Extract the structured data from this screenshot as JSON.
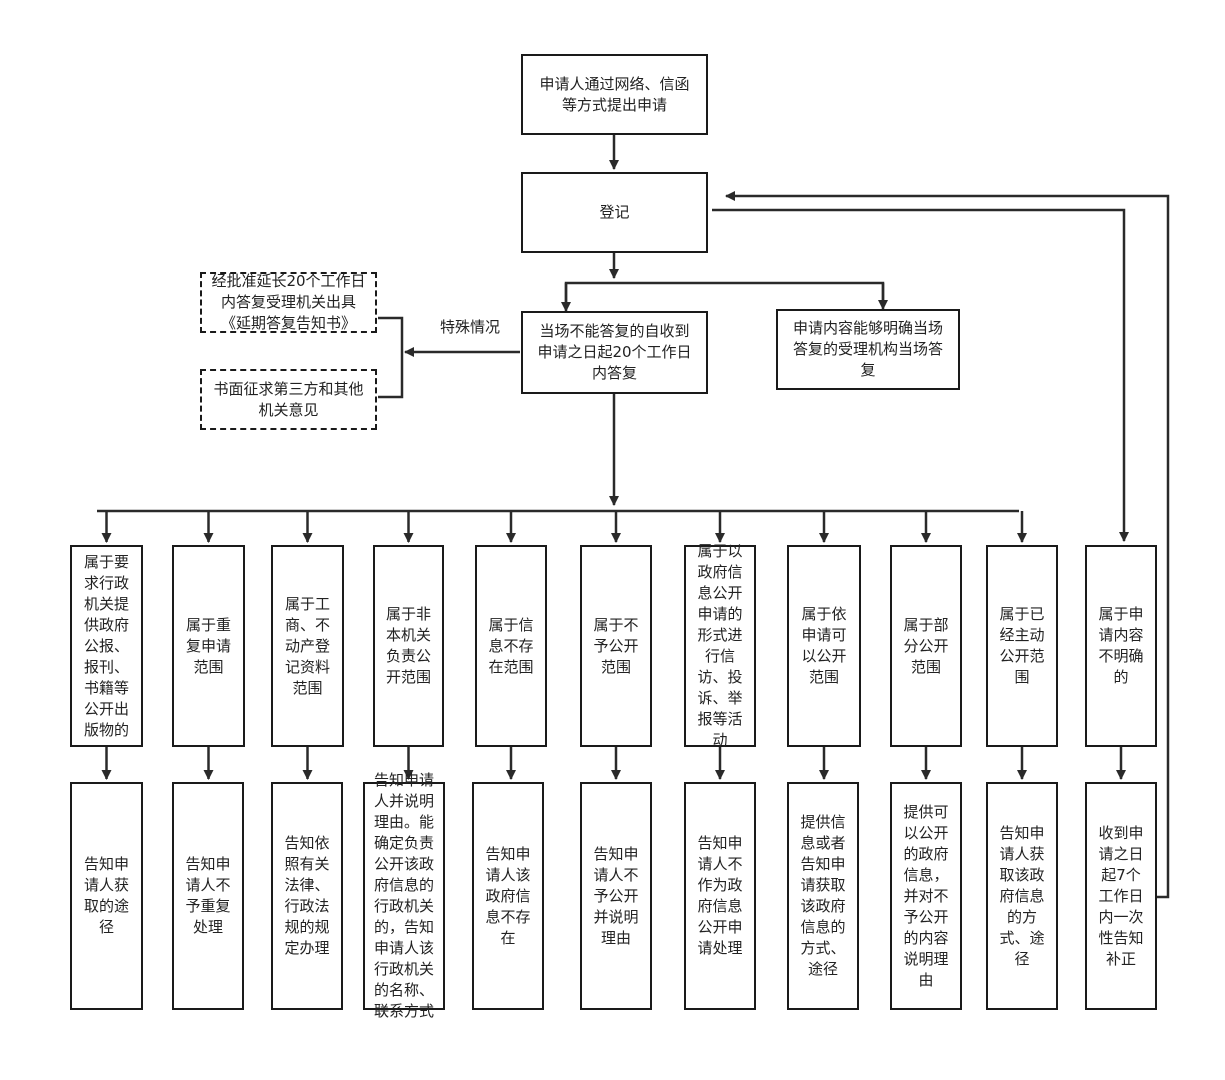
{
  "flowchart": {
    "start": "申请人通过网络、信函\n等方式提出申请",
    "register": "登记",
    "can_answer": "申请内容能够明确当场\n答复的受理机构当场答\n复",
    "cannot_answer": "当场不能答复的自收到\n申请之日起20个工作日\n内答复",
    "special_label": "特殊情况",
    "extension": "经批准延长20个工作日\n内答复受理机关出具\n《延期答复告知书》",
    "third_party": "书面征求第三方和其他\n机关意见",
    "categories": [
      "属于申\n请内容\n不明确\n的",
      "属于已\n经主动\n公开范\n围",
      "属于部\n分公开\n范围",
      "属于依\n申请可\n以公开\n范围",
      "属于以\n政府信\n息公开\n申请的\n形式进\n行信\n访、投\n诉、举\n报等活\n动",
      "属于不\n予公开\n范围",
      "属于信\n息不存\n在范围",
      "属于非\n本机关\n负责公\n开范围",
      "属于工\n商、不\n动产登\n记资料\n范围",
      "属于重\n复申请\n范围",
      "属于要\n求行政\n机关提\n供政府\n公报、\n报刊、\n书籍等\n公开出\n版物的"
    ],
    "outcomes": [
      "收到申\n请之日\n起7个\n工作日\n内一次\n性告知\n补正",
      "告知申\n请人获\n取该政\n府信息\n的方\n式、途\n径",
      "提供可\n以公开\n的政府\n信息，\n并对不\n予公开\n的内容\n说明理\n由",
      "提供信\n息或者\n告知申\n请获取\n该政府\n信息的\n方式、\n途径",
      "告知申\n请人不\n作为政\n府信息\n公开申\n请处理",
      "告知申\n请人不\n予公开\n并说明\n理由",
      "告知申\n请人该\n政府信\n息不存\n在",
      "告知申请\n人并说明\n理由。能\n确定负责\n公开该政\n府信息的\n行政机关\n的，告知\n申请人该\n行政机关\n的名称、\n联系方式",
      "告知依\n照有关\n法律、\n行政法\n规的规\n定办理",
      "告知申\n请人不\n予重复\n处理",
      "告知申\n请人获\n取的途\n径"
    ]
  }
}
